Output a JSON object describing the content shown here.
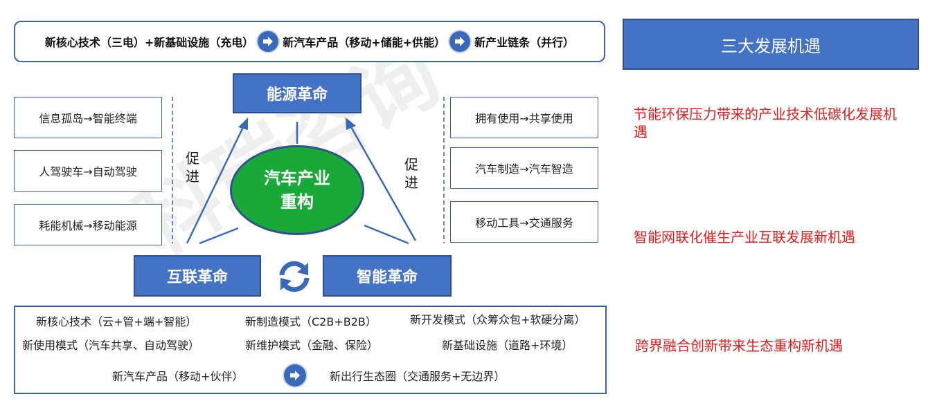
{
  "top_chain": {
    "part1": "新核心技术（三电）+新基础设施（充电）",
    "part2": "新汽车产品（移动+储能+供能）",
    "part3": "新产业链条（并行）"
  },
  "left_items": [
    "信息孤岛→智能终端",
    "人驾驶车→自动驾驶",
    "耗能机械→移动能源"
  ],
  "right_items": [
    "拥有使用→共享使用",
    "汽车制造→汽车智造",
    "移动工具→交通服务"
  ],
  "promote_left": "促进",
  "promote_right": "促进",
  "energy_revolution": "能源革命",
  "internet_revolution": "互联革命",
  "smart_revolution": "智能革命",
  "center": {
    "line1": "汽车产业",
    "line2": "重构"
  },
  "bottom": {
    "r1c1": "新核心技术（云+管+端+智能）",
    "r1c2": "新制造模式（C2B+B2B）",
    "r1c3": "新开发模式（众筹众包+软硬分离）",
    "r2c1": "新使用模式（汽车共享、自动驾驶）",
    "r2c2": "新维护模式（金融、保险）",
    "r2c3": "新基础设施（道路+环境）",
    "r3c1": "新汽车产品（移动+伙伴）",
    "r3c2": "新出行生态圈（交通服务+无边界）"
  },
  "right_panel": {
    "title": "三大发展机遇",
    "opp1": "节能环保压力带来的产业技术低碳化发展机遇",
    "opp2": "智能网联化催生产业互联发展新机遇",
    "opp3": "跨界融合创新带来生态重构新机遇"
  },
  "watermark": "科瑞咨询",
  "colors": {
    "blue": "#4472c4",
    "green": "#1aa838",
    "red": "#e01b1b",
    "border": "#3a60a8"
  }
}
